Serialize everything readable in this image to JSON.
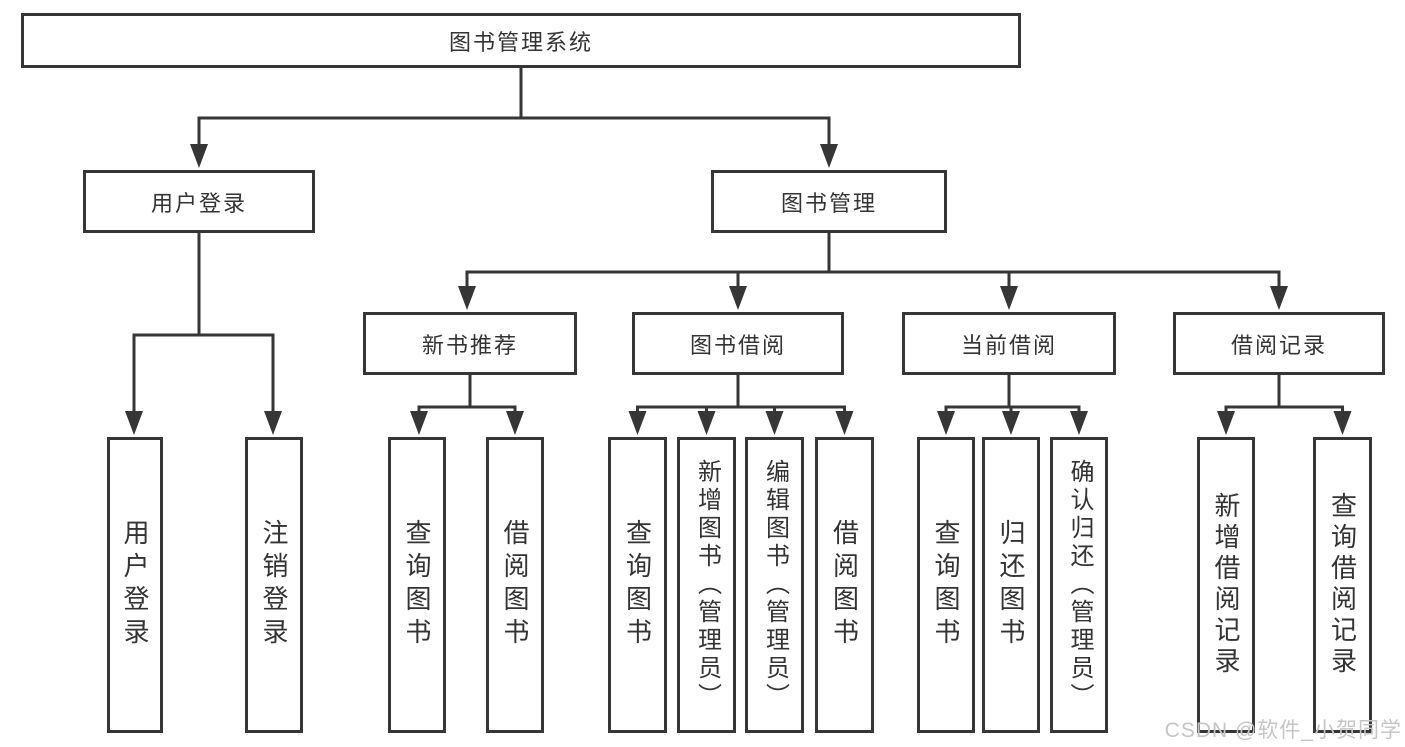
{
  "tree": {
    "root": {
      "label": "图书管理系统"
    },
    "branches": [
      {
        "label": "用户登录",
        "leaves": [
          {
            "label": "用户登录"
          },
          {
            "label": "注销登录"
          }
        ]
      },
      {
        "label": "图书管理",
        "groups": [
          {
            "label": "新书推荐",
            "leaves": [
              {
                "label": "查询图书"
              },
              {
                "label": "借阅图书"
              }
            ]
          },
          {
            "label": "图书借阅",
            "leaves": [
              {
                "label": "查询图书"
              },
              {
                "label": "新增图书（管理员）"
              },
              {
                "label": "编辑图书（管理员）"
              },
              {
                "label": "借阅图书"
              }
            ]
          },
          {
            "label": "当前借阅",
            "leaves": [
              {
                "label": "查询图书"
              },
              {
                "label": "归还图书"
              },
              {
                "label": "确认归还（管理员）"
              }
            ]
          },
          {
            "label": "借阅记录",
            "leaves": [
              {
                "label": "新增借阅记录"
              },
              {
                "label": "查询借阅记录"
              }
            ]
          }
        ]
      }
    ]
  },
  "watermark": {
    "label": "CSDN @软件_小贺同学"
  },
  "colors": {
    "line": "#363636",
    "text": "#333333",
    "watermark": "#c5c5c5",
    "background": "#ffffff"
  }
}
